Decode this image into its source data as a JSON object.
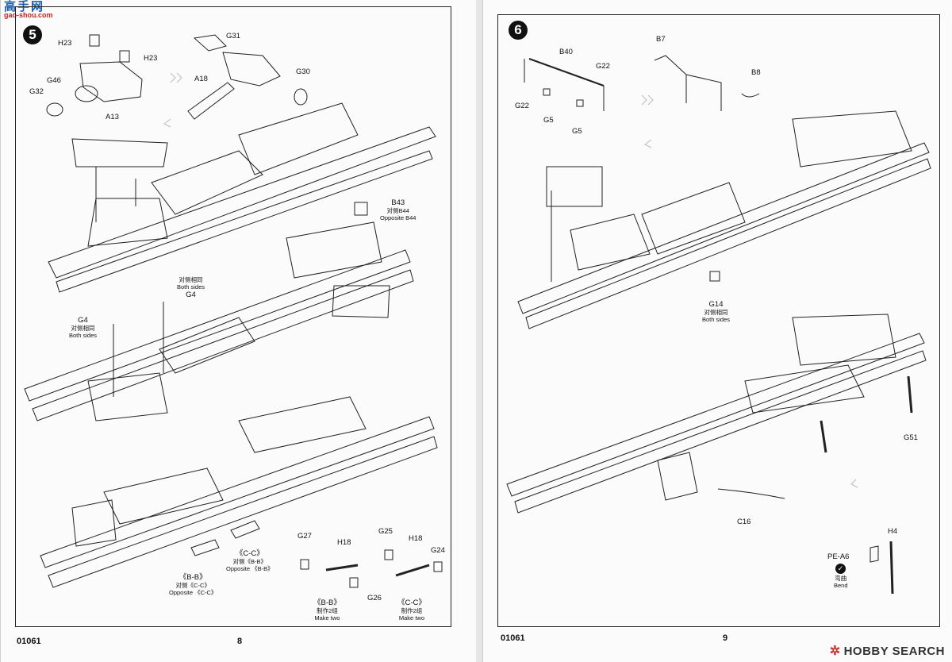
{
  "watermark": {
    "site_logo_text": "高手网",
    "site_url": "gao-shou.com",
    "brand_text": "HOBBY SEARCH"
  },
  "left_page": {
    "step": "5",
    "page_number": "8",
    "code": "01061",
    "labels": {
      "h23_a": "H23",
      "h23_b": "H23",
      "g46": "G46",
      "g32": "G32",
      "a13": "A13",
      "g31": "G31",
      "a18": "A18",
      "g30": "G30",
      "b43": "B43",
      "b43_cn": "对侧B44",
      "b43_en": "Opposite B44",
      "g4_top_cn": "对侧相同",
      "g4_top_en": "Both sides",
      "g4_top": "G4",
      "g4_left": "G4",
      "g4_left_cn": "对侧相同",
      "g4_left_en": "Both sides",
      "cc": "《C-C》",
      "cc_cn": "对侧《B-B》",
      "cc_en": "Opposite 《B-B》",
      "bb": "《B-B》",
      "bb_cn": "对侧《C-C》",
      "bb_en": "Opposite 《C-C》",
      "g27": "G27",
      "h18_a": "H18",
      "g26": "G26",
      "bb_detail": "《B-B》",
      "make_two_cn_a": "制作2组",
      "make_two_en_a": "Make two",
      "g25": "G25",
      "h18_b": "H18",
      "g24": "G24",
      "cc_detail": "《C-C》",
      "make_two_cn_b": "制作2组",
      "make_two_en_b": "Make two"
    }
  },
  "right_page": {
    "step": "6",
    "page_number": "9",
    "code": "01061",
    "labels": {
      "b40": "B40",
      "g22_top": "G22",
      "g22_left": "G22",
      "g5_a": "G5",
      "g5_b": "G5",
      "b7": "B7",
      "b8": "B8",
      "g14": "G14",
      "g14_cn": "对侧相同",
      "g14_en": "Both sides",
      "g51": "G51",
      "c16": "C16",
      "h4": "H4",
      "pe_a6": "PE-A6",
      "bend_cn": "弯曲",
      "bend_en": "Bend"
    }
  }
}
